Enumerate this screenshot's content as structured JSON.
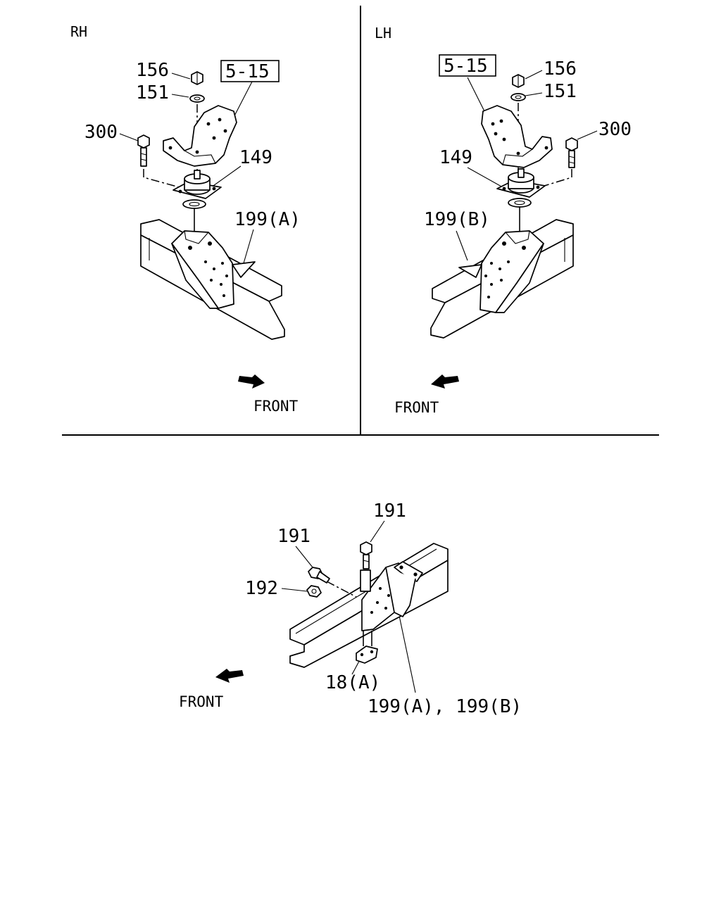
{
  "panels": {
    "rh": {
      "side_label": "RH",
      "labels": {
        "nut": "156",
        "washer": "151",
        "bolt": "300",
        "mount": "149",
        "bracket": "199(A)",
        "ref": "5-15"
      },
      "front": "FRONT"
    },
    "lh": {
      "side_label": "LH",
      "labels": {
        "nut": "156",
        "washer": "151",
        "bolt": "300",
        "mount": "149",
        "bracket": "199(B)",
        "ref": "5-15"
      },
      "front": "FRONT"
    },
    "bottom": {
      "labels": {
        "bolt_top": "191",
        "bolt_side": "191",
        "nut": "192",
        "plate": "18(A)",
        "bracket": "199(A), 199(B)"
      },
      "front": "FRONT"
    }
  }
}
